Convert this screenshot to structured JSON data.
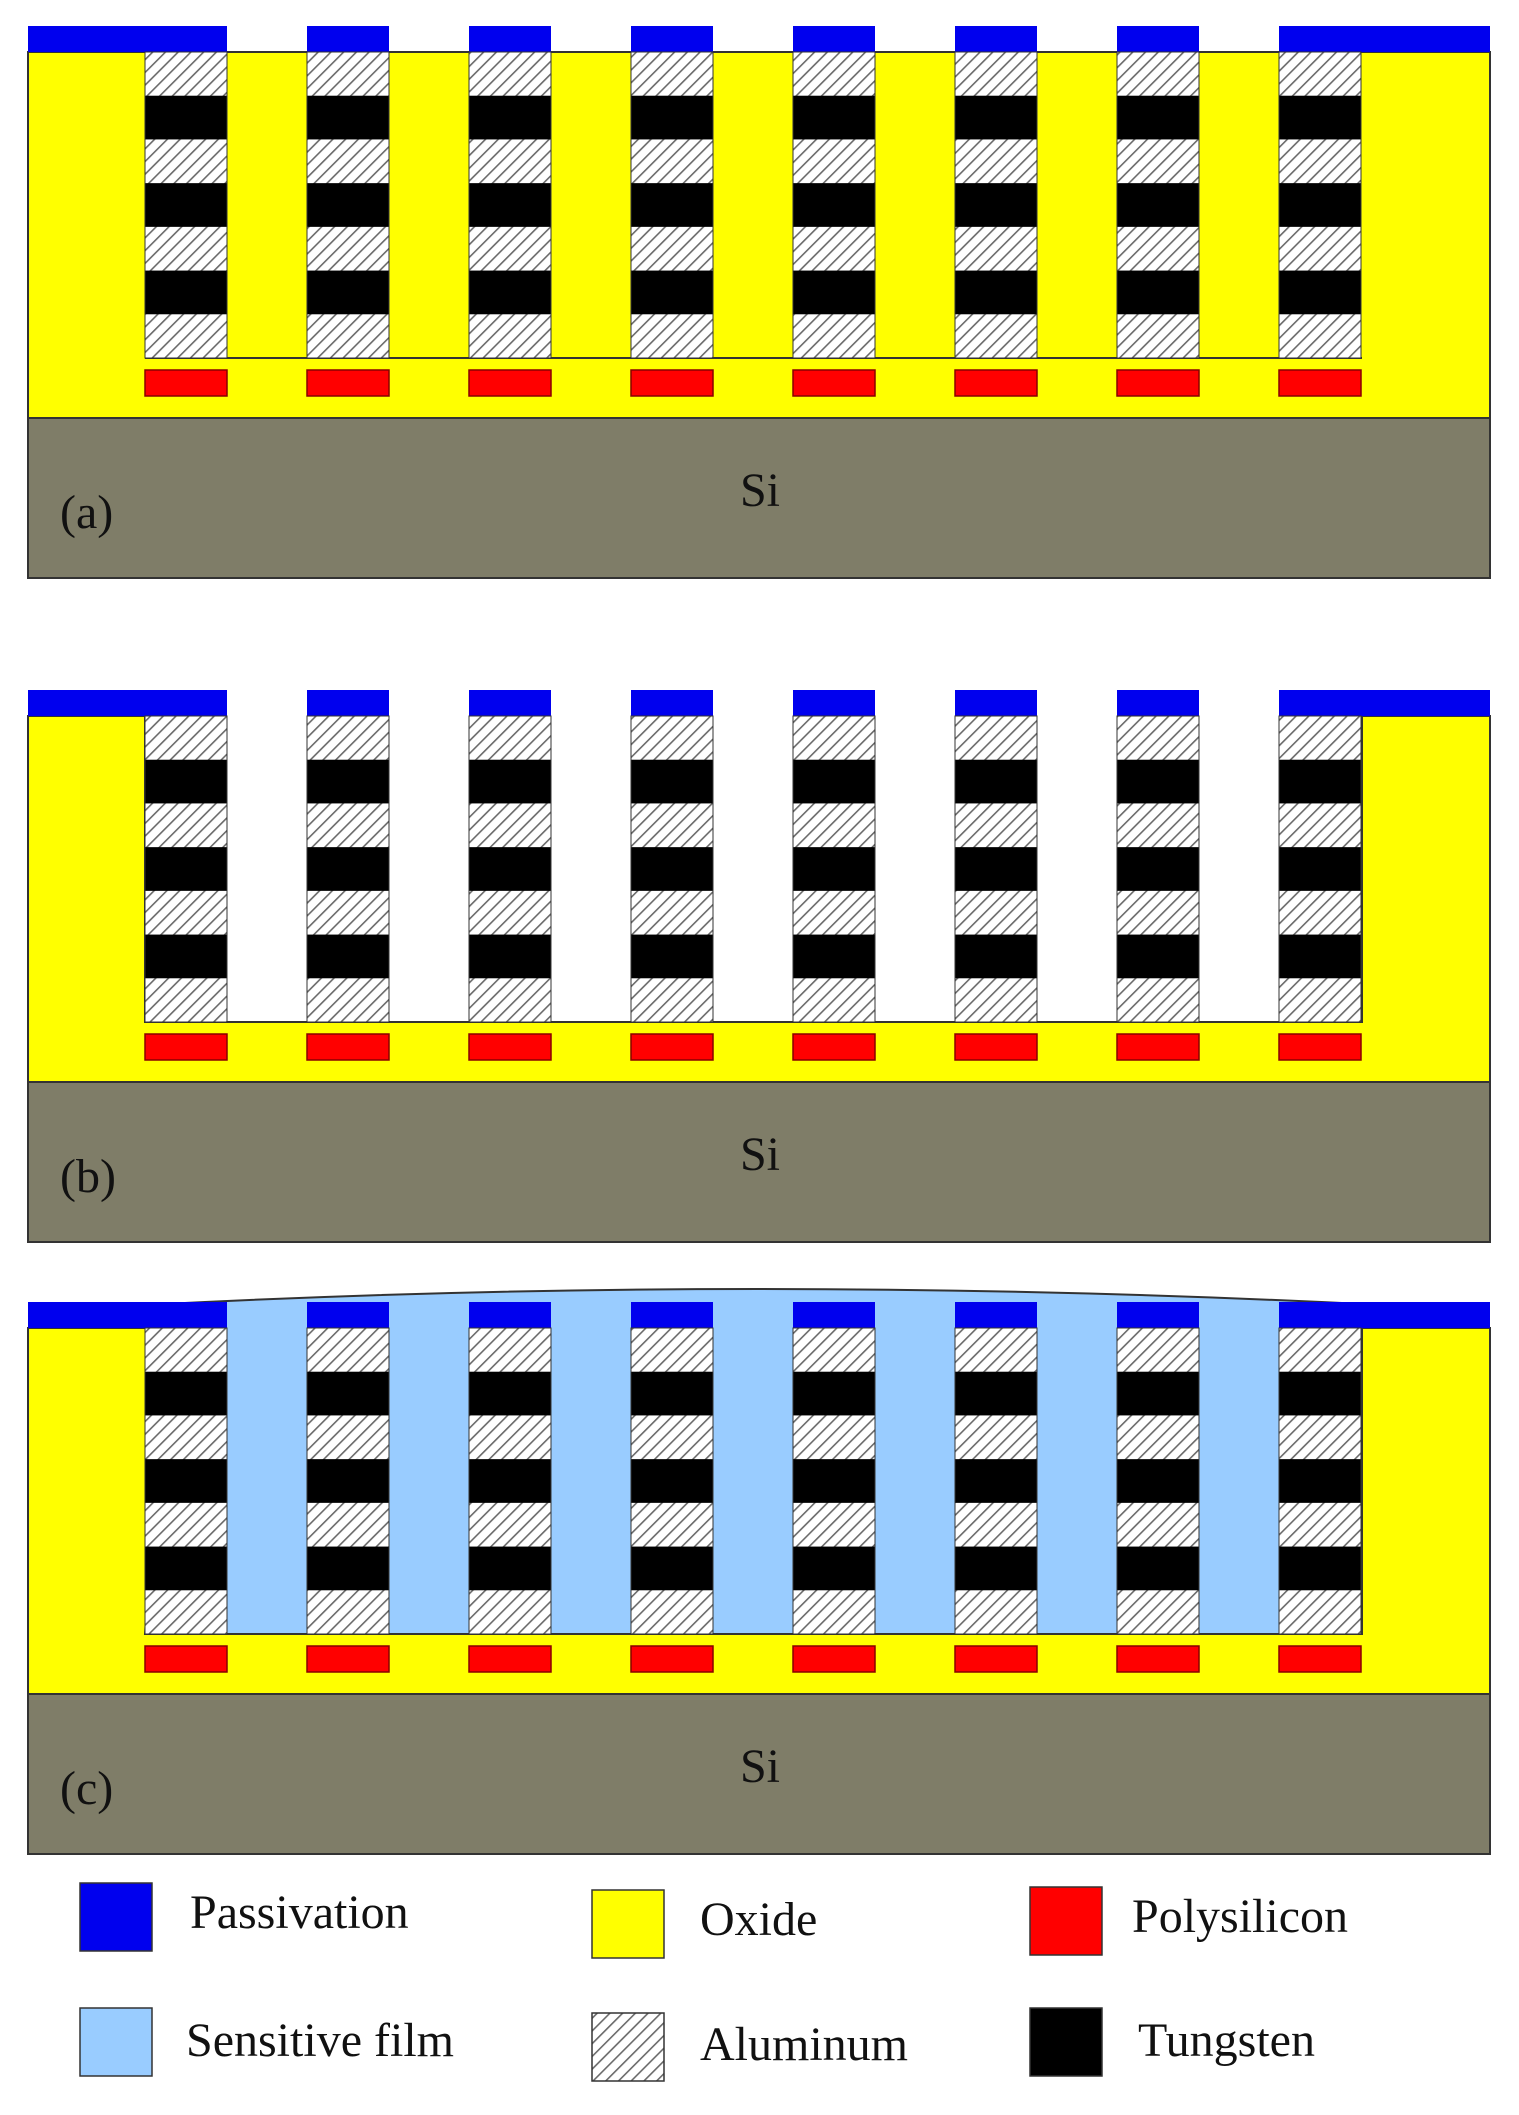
{
  "panels": [
    {
      "tag": "(a)",
      "substrate": "Si",
      "stage": "oxide"
    },
    {
      "tag": "(b)",
      "substrate": "Si",
      "stage": "etched"
    },
    {
      "tag": "(c)",
      "substrate": "Si",
      "stage": "film"
    }
  ],
  "electrode_count": 8,
  "legend": {
    "passivation": "Passivation",
    "oxide": "Oxide",
    "polysilicon": "Polysilicon",
    "sensitive_film": "Sensitive film",
    "aluminum": "Aluminum",
    "tungsten": "Tungsten"
  },
  "colors": {
    "passivation": "#0000ee",
    "oxide": "#ffff00",
    "polysilicon": "#ff0000",
    "sensitive_film": "#99ccff",
    "tungsten": "#000000",
    "aluminum_stripe": "#6a6a6a",
    "aluminum_bg": "#ffffff",
    "silicon": "#7f7d68",
    "outline": "#333333"
  }
}
